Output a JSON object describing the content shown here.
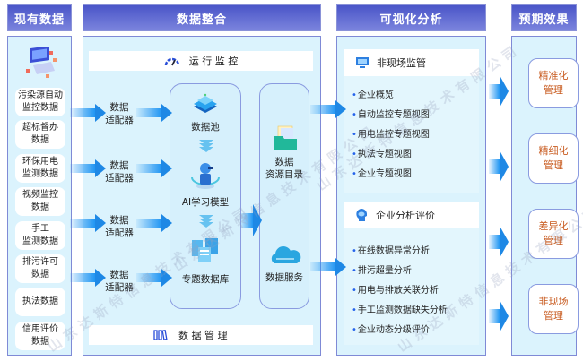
{
  "columns": {
    "existing_data": {
      "title": "现有数据",
      "items": [
        "污染源自动\n监控数据",
        "超标督办\n数据",
        "环保用电\n监测数据",
        "视频监控\n数据",
        "手工\n监测数据",
        "排污许可\n数据",
        "执法数据",
        "信用评价\n数据"
      ]
    },
    "integration": {
      "title": "数据整合",
      "top_bar": {
        "icon": "gauge-icon",
        "label": "运 行 监 控"
      },
      "bottom_bar": {
        "icon": "binders-icon",
        "label": "数 据 管 理"
      },
      "adapters": [
        "数据\n适配器",
        "数据\n适配器",
        "数据\n适配器",
        "数据\n适配器"
      ],
      "pipeline": [
        {
          "icon": "data-pool-icon",
          "label": "数据池"
        },
        {
          "icon": "ai-robot-icon",
          "label": "AI学习模型"
        },
        {
          "icon": "database-servers-icon",
          "label": "专题数据库"
        }
      ],
      "catalog": [
        {
          "icon": "folder-icon",
          "label": "数据\n资源目录"
        },
        {
          "icon": "cloud-icon",
          "label": "数据服务"
        }
      ]
    },
    "visualization": {
      "title": "可视化分析",
      "panels": [
        {
          "icon": "monitor-icon",
          "title": "非现场监管",
          "items": [
            "企业概览",
            "自动监控专题视图",
            "用电监控专题视图",
            "执法专题视图",
            "企业专题视图"
          ]
        },
        {
          "icon": "head-bubble-icon",
          "title": "企业分析评价",
          "items": [
            "在线数据异常分析",
            "排污超量分析",
            "用电与排放关联分析",
            "手工监测数据缺失分析",
            "企业动态分级评价"
          ]
        }
      ]
    },
    "effects": {
      "title": "预期效果",
      "items": [
        "精准化\n管理",
        "精细化\n管理",
        "差异化\n管理",
        "非现场\n管理"
      ]
    }
  },
  "watermark": "山东达斯特信息技术有限公司",
  "colors": {
    "header": "#4a55c8",
    "panel_bg": "#dbf3fd",
    "arrow": "#1e88e5",
    "effect_text": "#c85a1e",
    "border": "#7f8ad6"
  }
}
